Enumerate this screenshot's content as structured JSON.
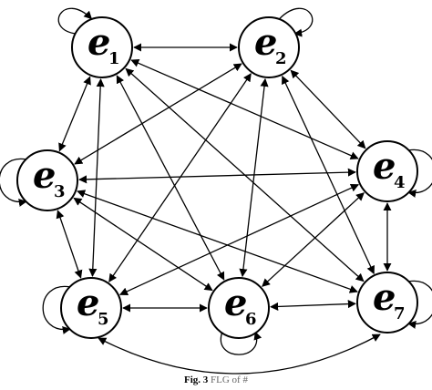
{
  "figure": {
    "nodes": [
      {
        "id": "e1",
        "letter": "e",
        "sub": "1"
      },
      {
        "id": "e2",
        "letter": "e",
        "sub": "2"
      },
      {
        "id": "e3",
        "letter": "e",
        "sub": "3"
      },
      {
        "id": "e4",
        "letter": "e",
        "sub": "4"
      },
      {
        "id": "e5",
        "letter": "e",
        "sub": "5"
      },
      {
        "id": "e6",
        "letter": "e",
        "sub": "6"
      },
      {
        "id": "e7",
        "letter": "e",
        "sub": "7"
      }
    ],
    "edges": [
      [
        "e1",
        "e2"
      ],
      [
        "e1",
        "e3"
      ],
      [
        "e1",
        "e5"
      ],
      [
        "e1",
        "e4"
      ],
      [
        "e1",
        "e6"
      ],
      [
        "e1",
        "e7"
      ],
      [
        "e2",
        "e3"
      ],
      [
        "e2",
        "e4"
      ],
      [
        "e2",
        "e5"
      ],
      [
        "e2",
        "e6"
      ],
      [
        "e2",
        "e7"
      ],
      [
        "e3",
        "e4"
      ],
      [
        "e3",
        "e5"
      ],
      [
        "e3",
        "e6"
      ],
      [
        "e3",
        "e7"
      ],
      [
        "e4",
        "e5"
      ],
      [
        "e4",
        "e6"
      ],
      [
        "e4",
        "e7"
      ],
      [
        "e5",
        "e6"
      ],
      [
        "e5",
        "e7"
      ],
      [
        "e6",
        "e7"
      ]
    ],
    "caption": {
      "prefix": "Fig. 3",
      "text": "FLG of #"
    }
  }
}
